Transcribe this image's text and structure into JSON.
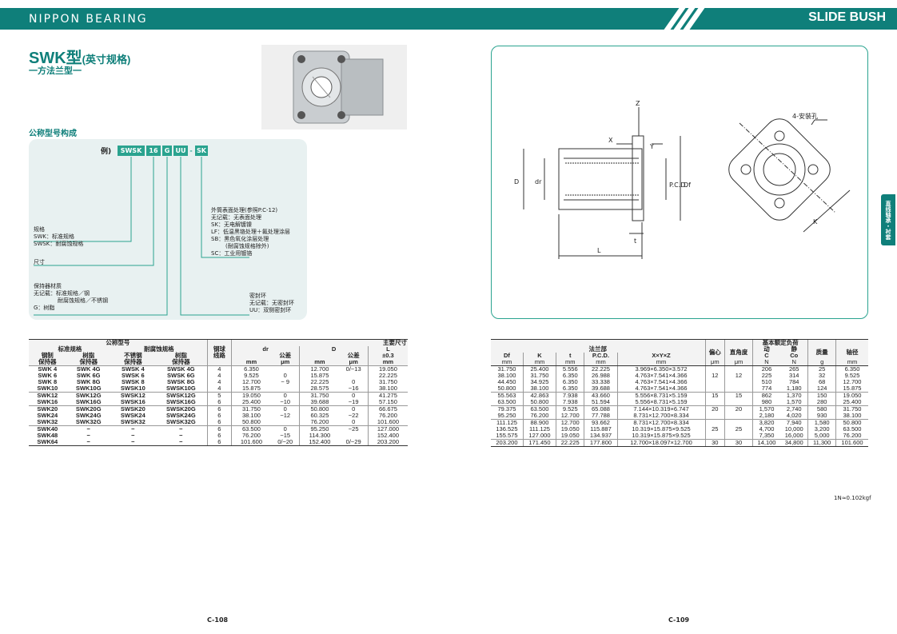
{
  "header": {
    "brand": "NIPPON BEARING",
    "product": "SLIDE BUSH"
  },
  "title": {
    "main": "SWK型",
    "note": "(英寸规格)",
    "subtitle": "一方法兰型一"
  },
  "config": {
    "heading": "公称型号构成",
    "example_label": "例)",
    "codes": [
      "SWSK",
      "16",
      "G",
      "UU",
      "-",
      "SK"
    ],
    "notes": {
      "spec": [
        "规格",
        "SWK：标准规格",
        "SWSK：耐腐蚀规格"
      ],
      "size": [
        "尺寸"
      ],
      "retainer": [
        "保持器材质",
        "无记载：标准规格／钢",
        "耐腐蚀规格／不锈钢",
        "G：树脂"
      ],
      "surface": [
        "外筒表面处理(参照P.C-12)",
        "无记载：无表面处理",
        "SK：无电解镀镍",
        "LF：低温黑铬处理＋氟处理涂层",
        "SB：黑色氧化涂层处理",
        "(耐腐蚀规格除外)",
        "SC：工业用镀铬"
      ],
      "seal": [
        "密封环",
        "无记载：无密封环",
        "UU：双侧密封环"
      ]
    }
  },
  "left_table": {
    "header": {
      "nominal": "公称型号",
      "standard": "标准规格",
      "corrosion": "耐腐蚀规格",
      "steel_ret": "钢制",
      "steel_ret2": "保持器",
      "resin_ret": "树脂",
      "resin_ret2": "保持器",
      "ss_ret": "不锈钢",
      "ss_ret2": "保持器",
      "resin_ret_b": "树脂",
      "resin_ret_b2": "保持器",
      "ball": "钢球",
      "ball2": "线路",
      "dr": "dr",
      "tol": "公差",
      "D": "D",
      "tol2": "公差",
      "main_dim": "主要尺寸",
      "L": "L",
      "L_tol": "±0.3",
      "u_mm": "mm",
      "u_um": "μm",
      "u_mm2": "mm",
      "u_um2": "μm",
      "u_mm3": "mm"
    },
    "rows": [
      [
        "SWK 4",
        "SWK 4G",
        "SWSK 4",
        "SWSK 4G",
        "4",
        "6.350",
        "",
        "12.700",
        "0/−13",
        "19.050"
      ],
      [
        "SWK 6",
        "SWK 6G",
        "SWSK 6",
        "SWSK 6G",
        "4",
        "9.525",
        "0",
        "15.875",
        "",
        "22.225"
      ],
      [
        "SWK 8",
        "SWK 8G",
        "SWSK 8",
        "SWSK 8G",
        "4",
        "12.700",
        "− 9",
        "22.225",
        "0",
        "31.750"
      ],
      [
        "SWK10",
        "SWK10G",
        "SWSK10",
        "SWSK10G",
        "4",
        "15.875",
        "",
        "28.575",
        "−16",
        "38.100"
      ],
      [
        "SWK12",
        "SWK12G",
        "SWSK12",
        "SWSK12G",
        "5",
        "19.050",
        "0",
        "31.750",
        "0",
        "41.275"
      ],
      [
        "SWK16",
        "SWK16G",
        "SWSK16",
        "SWSK16G",
        "6",
        "25.400",
        "−10",
        "39.688",
        "−19",
        "57.150"
      ],
      [
        "SWK20",
        "SWK20G",
        "SWSK20",
        "SWSK20G",
        "6",
        "31.750",
        "0",
        "50.800",
        "0",
        "66.675"
      ],
      [
        "SWK24",
        "SWK24G",
        "SWSK24",
        "SWSK24G",
        "6",
        "38.100",
        "−12",
        "60.325",
        "−22",
        "76.200"
      ],
      [
        "SWK32",
        "SWK32G",
        "SWSK32",
        "SWSK32G",
        "6",
        "50.800",
        "",
        "76.200",
        "0",
        "101.600"
      ],
      [
        "SWK40",
        "−",
        "−",
        "−",
        "6",
        "63.500",
        "0",
        "95.250",
        "−25",
        "127.000"
      ],
      [
        "SWK48",
        "−",
        "−",
        "−",
        "6",
        "76.200",
        "−15",
        "114.300",
        "",
        "152.400"
      ],
      [
        "SWK64",
        "−",
        "−",
        "−",
        "6",
        "101.600",
        "0/−20",
        "152.400",
        "0/−29",
        "203.200"
      ]
    ]
  },
  "right_table": {
    "header": {
      "flange": "法兰部",
      "Df": "Df",
      "K": "K",
      "t": "t",
      "pcd": "P.C.D.",
      "xyz": "X×Y×Z",
      "ecc": "偏心",
      "perp": "直角度",
      "load": "基本额定负荷",
      "dyn": "动",
      "dyn2": "C",
      "stat": "静",
      "stat2": "Co",
      "mass": "质量",
      "shaft": "轴径",
      "u1": "mm",
      "u2": "mm",
      "u3": "mm",
      "u4": "mm",
      "u5": "mm",
      "u6": "μm",
      "u7": "μm",
      "u8": "N",
      "u9": "N",
      "u10": "g",
      "u11": "mm"
    },
    "rows": [
      [
        "31.750",
        "25.400",
        "5.556",
        "22.225",
        "3.969×6.350×3.572",
        "",
        "",
        "206",
        "265",
        "25",
        "6.350"
      ],
      [
        "38.100",
        "31.750",
        "6.350",
        "26.988",
        "4.763×7.541×4.366",
        "12",
        "12",
        "225",
        "314",
        "32",
        "9.525"
      ],
      [
        "44.450",
        "34.925",
        "6.350",
        "33.338",
        "4.763×7.541×4.366",
        "",
        "",
        "510",
        "784",
        "68",
        "12.700"
      ],
      [
        "50.800",
        "38.100",
        "6.350",
        "39.688",
        "4.763×7.541×4.366",
        "",
        "",
        "774",
        "1,180",
        "124",
        "15.875"
      ],
      [
        "55.563",
        "42.863",
        "7.938",
        "43.660",
        "5.556×8.731×5.159",
        "15",
        "15",
        "862",
        "1,370",
        "150",
        "19.050"
      ],
      [
        "63.500",
        "50.800",
        "7.938",
        "51.594",
        "5.556×8.731×5.159",
        "",
        "",
        "980",
        "1,570",
        "280",
        "25.400"
      ],
      [
        "79.375",
        "63.500",
        "9.525",
        "65.088",
        "7.144×10.319×6.747",
        "20",
        "20",
        "1,570",
        "2,740",
        "580",
        "31.750"
      ],
      [
        "95.250",
        "76.200",
        "12.700",
        "77.788",
        "8.731×12.700×8.334",
        "",
        "",
        "2,180",
        "4,020",
        "930",
        "38.100"
      ],
      [
        "111.125",
        "88.900",
        "12.700",
        "93.662",
        "8.731×12.700×8.334",
        "",
        "",
        "3,820",
        "7,940",
        "1,580",
        "50.800"
      ],
      [
        "136.525",
        "111.125",
        "19.050",
        "115.887",
        "10.319×15.875×9.525",
        "25",
        "25",
        "4,700",
        "10,000",
        "3,200",
        "63.500"
      ],
      [
        "155.575",
        "127.000",
        "19.050",
        "134.937",
        "10.319×15.875×9.525",
        "",
        "",
        "7,350",
        "16,000",
        "5,000",
        "76.200"
      ],
      [
        "203.200",
        "171.450",
        "22.225",
        "177.800",
        "12.700×18.097×12.700",
        "30",
        "30",
        "14,100",
        "34,800",
        "11,300",
        "101.600"
      ]
    ]
  },
  "drawing": {
    "labels": [
      "Z",
      "X",
      "Y",
      "D",
      "dr",
      "P.C.D.",
      "Df",
      "t",
      "L",
      "4-安装孔",
      "K"
    ]
  },
  "footer": {
    "kgf": "1N≈0.102kgf",
    "page_left": "C-108",
    "page_right": "C-109"
  },
  "side_tab": "直线轴承・衬套"
}
